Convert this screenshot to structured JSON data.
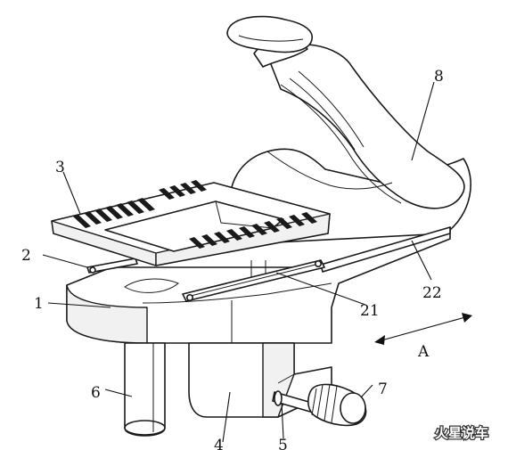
{
  "callouts": {
    "c1": "1",
    "c2": "2",
    "c3": "3",
    "c4": "4",
    "c5": "5",
    "c6": "6",
    "c7": "7",
    "c8": "8",
    "c21": "21",
    "c22": "22",
    "direction": "A"
  },
  "watermark": "火星说车",
  "colors": {
    "ink": "#1a1a1a",
    "paper": "#ffffff"
  }
}
